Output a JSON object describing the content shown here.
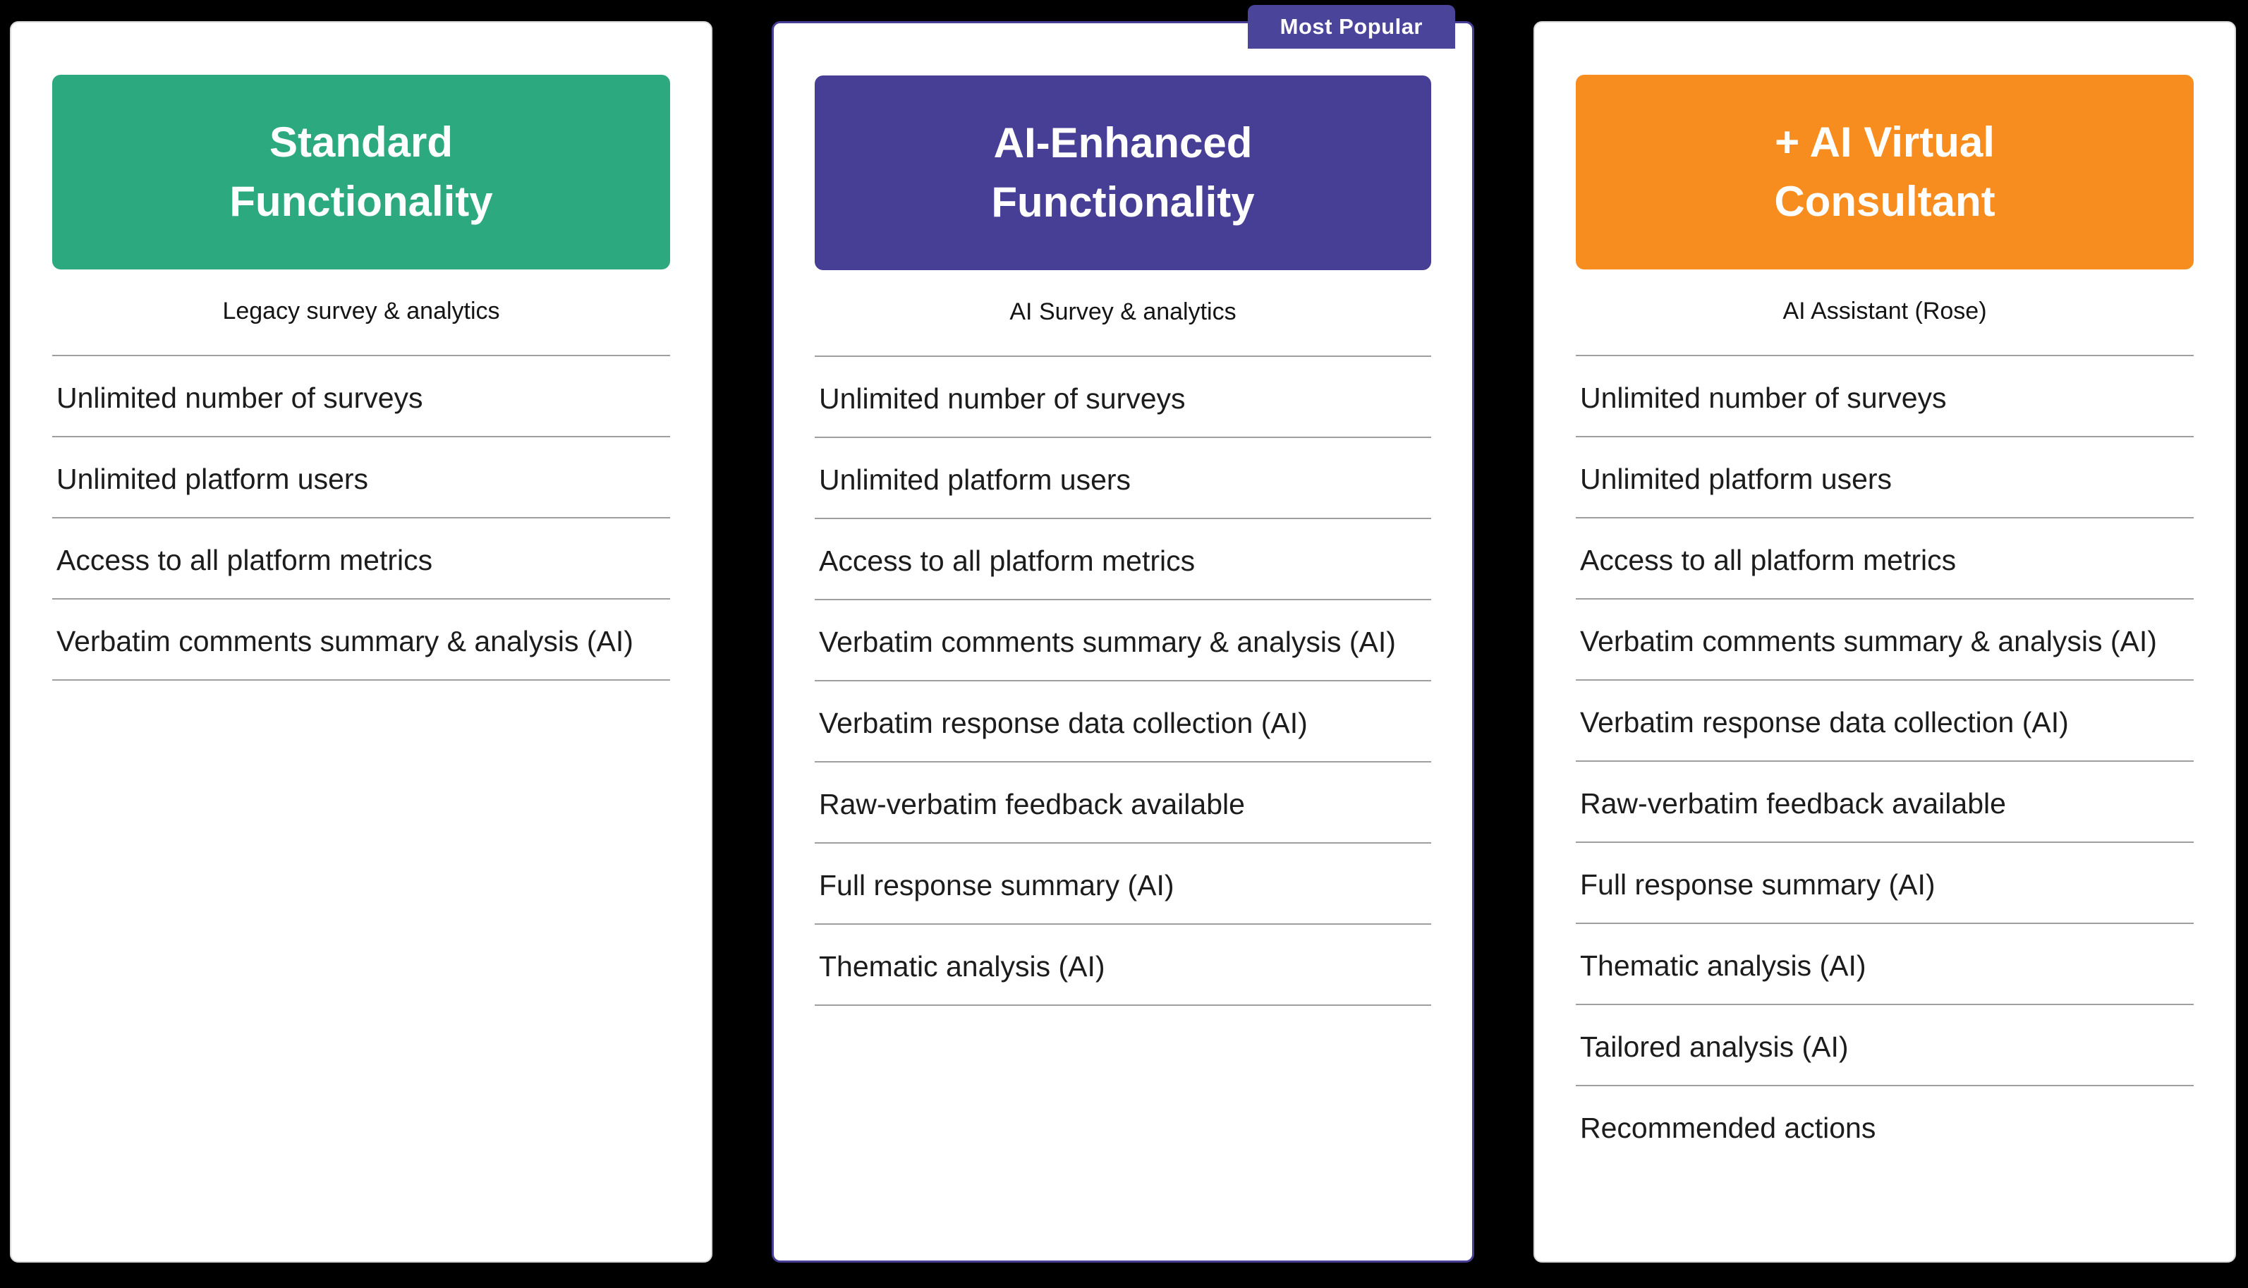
{
  "badge": {
    "label": "Most Popular",
    "color": "#4b449b"
  },
  "plans": [
    {
      "title_lines": [
        "Standard",
        "Functionality"
      ],
      "subtitle": "Legacy survey & analytics",
      "accent": "#2ca97e",
      "features": [
        "Unlimited number of surveys",
        "Unlimited platform users",
        "Access to all platform metrics",
        "Verbatim comments summary & analysis (AI)"
      ]
    },
    {
      "title_lines": [
        "AI-Enhanced",
        "Functionality"
      ],
      "subtitle": "AI Survey & analytics",
      "accent": "#473f96",
      "features": [
        "Unlimited number of surveys",
        "Unlimited platform users",
        "Access to all platform metrics",
        "Verbatim comments summary & analysis (AI)",
        "Verbatim response data collection (AI)",
        "Raw-verbatim feedback available",
        "Full response summary (AI)",
        "Thematic analysis (AI)"
      ]
    },
    {
      "title_lines": [
        "+ AI Virtual",
        "Consultant"
      ],
      "subtitle": "AI Assistant (Rose)",
      "accent": "#f78d1e",
      "features": [
        "Unlimited number of surveys",
        "Unlimited platform users",
        "Access to all platform metrics",
        "Verbatim comments summary & analysis (AI)",
        "Verbatim response data collection (AI)",
        "Raw-verbatim feedback available",
        "Full response summary (AI)",
        "Thematic analysis (AI)",
        "Tailored analysis (AI)",
        "Recommended actions"
      ]
    }
  ]
}
